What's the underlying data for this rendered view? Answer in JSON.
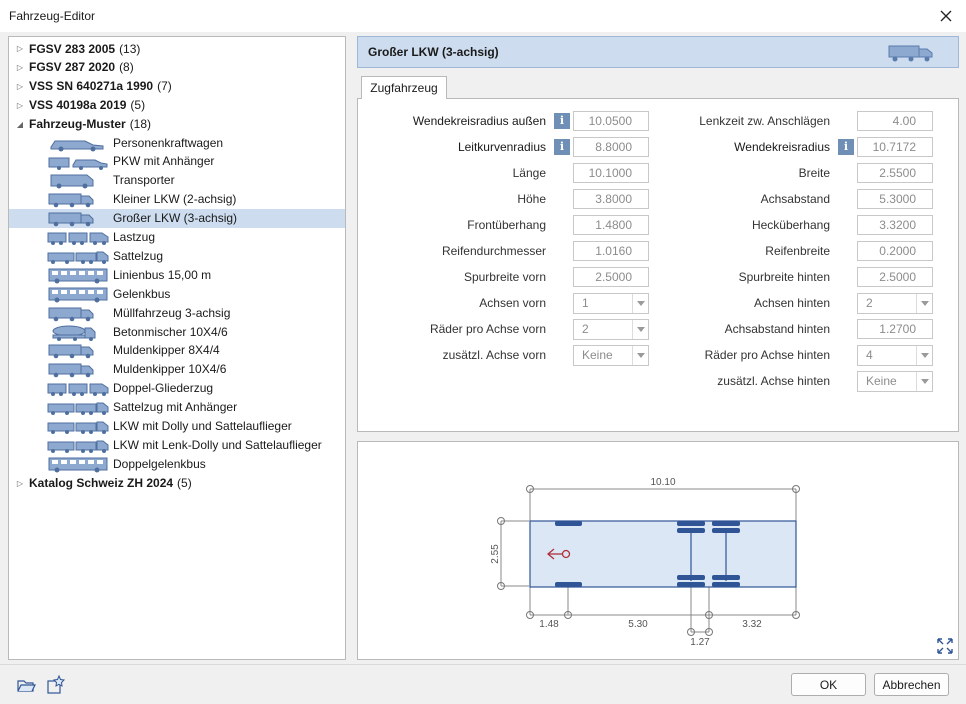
{
  "window": {
    "title": "Fahrzeug-Editor"
  },
  "tree": {
    "groups": [
      {
        "name": "FGSV 283 2005",
        "count": "(13)",
        "expanded": false
      },
      {
        "name": "FGSV 287 2020",
        "count": "(8)",
        "expanded": false
      },
      {
        "name": "VSS SN 640271a 1990",
        "count": "(7)",
        "expanded": false
      },
      {
        "name": "VSS 40198a 2019",
        "count": "(5)",
        "expanded": false
      },
      {
        "name": "Fahrzeug-Muster",
        "count": "(18)",
        "expanded": true
      }
    ],
    "children": [
      "Personenkraftwagen",
      "PKW mit Anhänger",
      "Transporter",
      "Kleiner LKW (2-achsig)",
      "Großer LKW (3-achsig)",
      "Lastzug",
      "Sattelzug",
      "Linienbus 15,00 m",
      "Gelenkbus",
      "Müllfahrzeug 3-achsig",
      "Betonmischer 10X4/6",
      "Muldenkipper 8X4/4",
      "Muldenkipper 10X4/6",
      "Doppel-Gliederzug",
      "Sattelzug  mit Anhänger",
      "LKW mit Dolly und Sattelauflieger",
      "LKW mit Lenk-Dolly und Sattelauflieger",
      "Doppelgelenkbus"
    ],
    "selected_child": "Großer LKW (3-achsig)",
    "last_group": {
      "name": "Katalog Schweiz ZH 2024",
      "count": "(5)"
    }
  },
  "header": {
    "title": "Großer LKW (3-achsig)"
  },
  "tab": {
    "label": "Zugfahrzeug"
  },
  "fields_left": [
    {
      "label": "Wendekreisradius außen",
      "value": "10.0500",
      "info": true
    },
    {
      "label": "Leitkurvenradius",
      "value": "8.8000",
      "info": true
    },
    {
      "label": "Länge",
      "value": "10.1000"
    },
    {
      "label": "Höhe",
      "value": "3.8000"
    },
    {
      "label": "Frontüberhang",
      "value": "1.4800"
    },
    {
      "label": "Reifendurchmesser",
      "value": "1.0160"
    },
    {
      "label": "Spurbreite vorn",
      "value": "2.5000"
    },
    {
      "label": "Achsen vorn",
      "value": "1",
      "select": true
    },
    {
      "label": "Räder pro Achse vorn",
      "value": "2",
      "select": true
    },
    {
      "label": "zusätzl. Achse vorn",
      "value": "Keine",
      "select": true
    }
  ],
  "fields_right": [
    {
      "label": "Lenkzeit zw. Anschlägen",
      "value": "4.00"
    },
    {
      "label": "Wendekreisradius",
      "value": "10.7172",
      "info": true
    },
    {
      "label": "Breite",
      "value": "2.5500"
    },
    {
      "label": "Achsabstand",
      "value": "5.3000"
    },
    {
      "label": "Hecküberhang",
      "value": "3.3200"
    },
    {
      "label": "Reifenbreite",
      "value": "0.2000"
    },
    {
      "label": "Spurbreite hinten",
      "value": "2.5000"
    },
    {
      "label": "Achsen hinten",
      "value": "2",
      "select": true
    },
    {
      "label": "Achsabstand hinten",
      "value": "1.2700"
    },
    {
      "label": "Räder pro Achse hinten",
      "value": "4",
      "select": true
    },
    {
      "label": "zusätzl. Achse hinten",
      "value": "Keine",
      "select": true
    }
  ],
  "info_glyph": "i",
  "dimensions": {
    "length": "10.10",
    "width": "2.55",
    "front_overhang": "1.48",
    "wheelbase": "5.30",
    "rear_axle_spacing": "1.27",
    "rear_overhang": "3.32"
  },
  "footer": {
    "ok_label": "OK",
    "cancel_label": "Abbrechen"
  },
  "colors": {
    "accent": "#cddcee",
    "vehicle_blue": "#2f5597",
    "body_fill": "#dbe7f5"
  }
}
